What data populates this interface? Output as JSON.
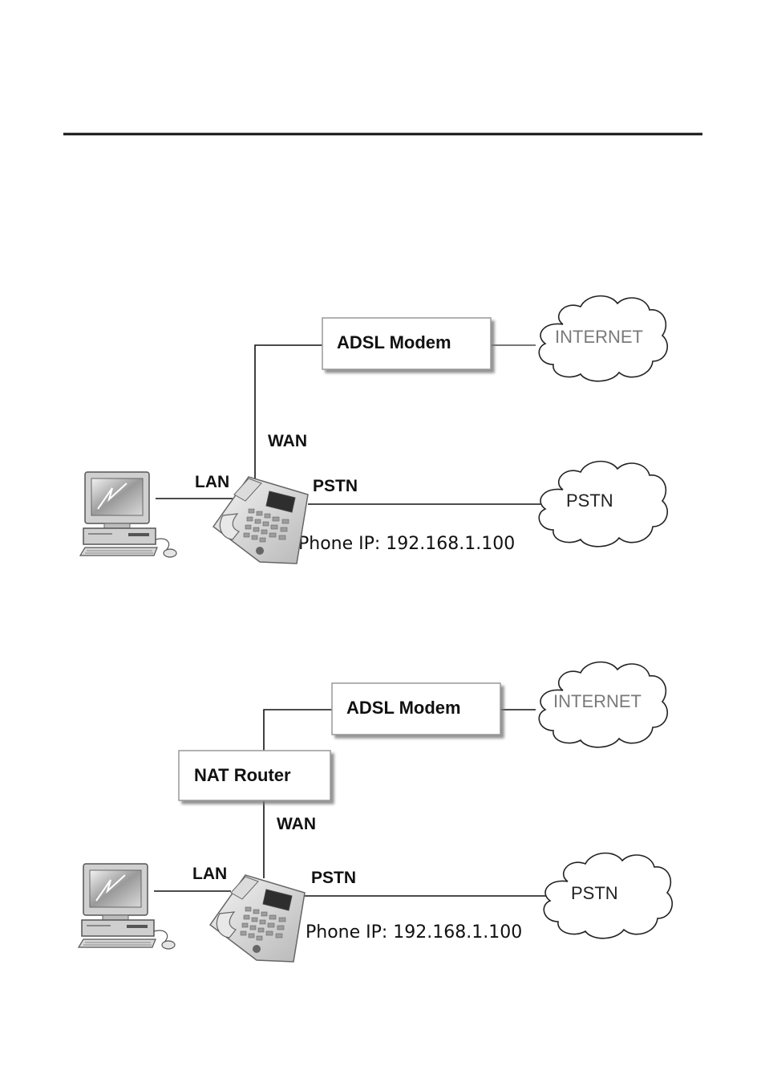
{
  "diagrams": [
    {
      "modem_label": "ADSL Modem",
      "internet_label": "INTERNET",
      "wan_label": "WAN",
      "lan_label": "LAN",
      "pstn_line_label": "PSTN",
      "pstn_cloud_label": "PSTN",
      "phone_ip": "Phone IP: 192.168.1.100"
    },
    {
      "modem_label": "ADSL Modem",
      "router_label": "NAT Router",
      "internet_label": "INTERNET",
      "wan_label": "WAN",
      "lan_label": "LAN",
      "pstn_line_label": "PSTN",
      "pstn_cloud_label": "PSTN",
      "phone_ip": "Phone IP: 192.168.1.100"
    }
  ]
}
